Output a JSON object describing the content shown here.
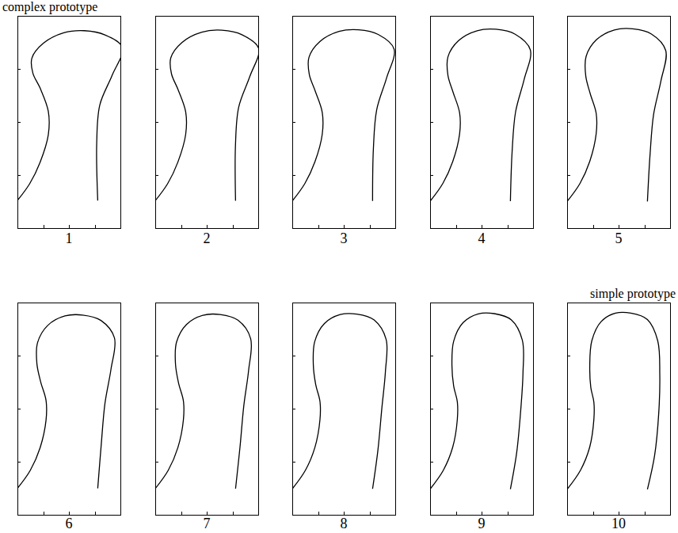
{
  "diagram": {
    "labels": [
      "complex prototype",
      "1",
      "2",
      "3",
      "4",
      "5",
      "simple prototype",
      "6",
      "7",
      "8",
      "9",
      "10"
    ]
  }
}
